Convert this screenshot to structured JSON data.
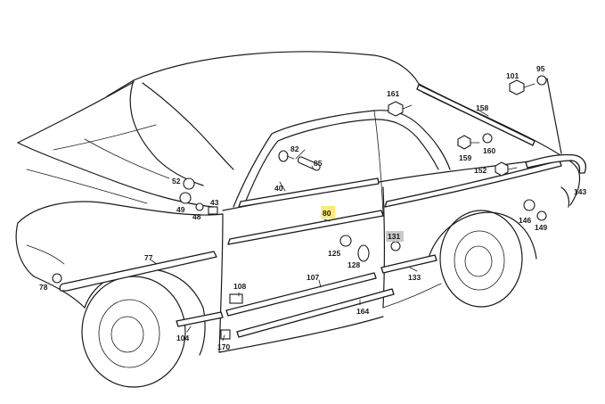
{
  "labels": {
    "p101": "101",
    "p95": "95",
    "p161": "161",
    "p158": "158",
    "p82": "82",
    "p85": "85",
    "p160": "160",
    "p159": "159",
    "p152": "152",
    "p52": "52",
    "p40": "40",
    "p49": "49",
    "p43": "43",
    "p48": "48",
    "p80": "80",
    "p143": "143",
    "p146": "146",
    "p149": "149",
    "p131": "131",
    "p77": "77",
    "p125": "125",
    "p128": "128",
    "p78": "78",
    "p107": "107",
    "p133": "133",
    "p108": "108",
    "p164": "164",
    "p104": "104",
    "p170": "170"
  },
  "highlight": {
    "selected_part": "80",
    "selected_color": "#ffe97a",
    "secondary_part": "131",
    "secondary_color": "#c9c9c9"
  }
}
